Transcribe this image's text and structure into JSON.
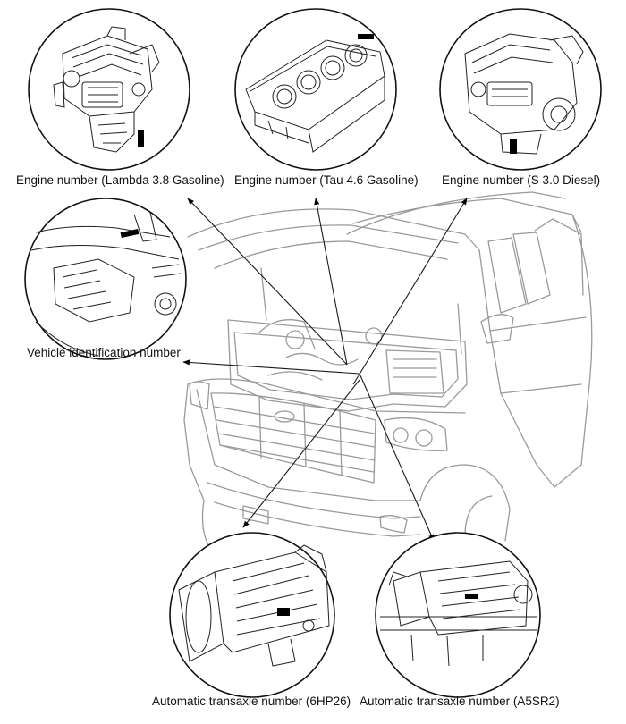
{
  "labels": {
    "engine_lambda": "Engine number (Lambda 3.8 Gasoline)",
    "engine_tau": "Engine number (Tau 4.6 Gasoline)",
    "engine_s30": "Engine number (S 3.0 Diesel)",
    "vin": "Vehicle identification number",
    "transaxle_6hp26": "Automatic transaxle number (6HP26)",
    "transaxle_a5sr2": "Automatic transaxle number (A5SR2)"
  },
  "colors": {
    "line": "#1a1a1a",
    "vehicle_line": "#9a9a9a",
    "marker": "#000000",
    "background": "#ffffff"
  }
}
